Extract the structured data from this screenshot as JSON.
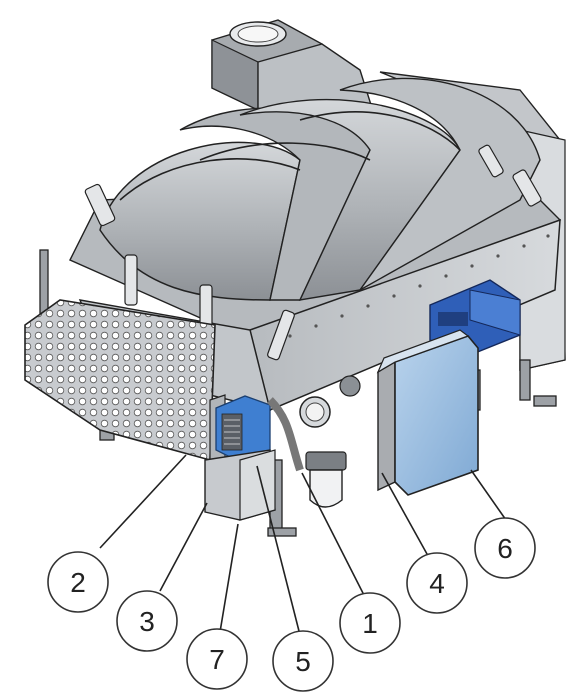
{
  "callouts": [
    {
      "id": "2",
      "label": "2"
    },
    {
      "id": "3",
      "label": "3"
    },
    {
      "id": "7",
      "label": "7"
    },
    {
      "id": "5",
      "label": "5"
    },
    {
      "id": "1",
      "label": "1"
    },
    {
      "id": "4",
      "label": "4"
    },
    {
      "id": "6",
      "label": "6"
    }
  ],
  "colors": {
    "body_steel": "#c9ccd0",
    "lid_steel": "#a9adb2",
    "shadow_steel": "#7e8388",
    "panel_blue": "#8fb6dd",
    "motor_blue": "#2f5fb8",
    "outline": "#222222"
  }
}
